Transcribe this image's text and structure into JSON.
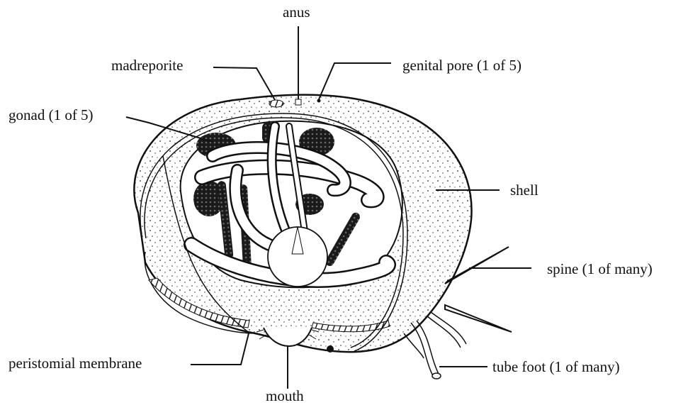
{
  "labels": {
    "anus": "anus",
    "madreporite": "madreporite",
    "genital_pore": "genital pore (1 of 5)",
    "gonad": "gonad (1 of 5)",
    "shell": "shell",
    "spine": "spine (1 of many)",
    "peristomial_membrane": "peristomial membrane",
    "tube_foot": "tube foot (1 of many)",
    "mouth": "mouth"
  },
  "colors": {
    "ink": "#111111",
    "gonad_fill": "#2a2a2a",
    "background": "#ffffff"
  }
}
